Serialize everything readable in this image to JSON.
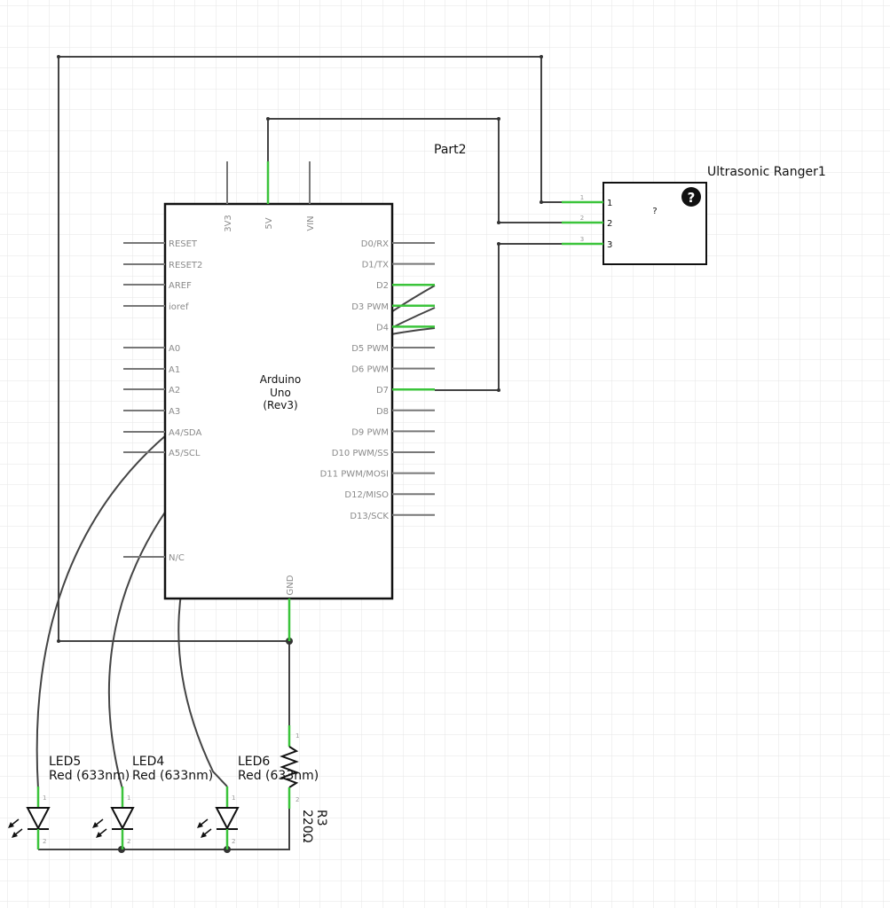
{
  "colors": {
    "wire": "#444444",
    "pin": "#777777",
    "connected": "#3bc43b",
    "grid": "#e6e6e6",
    "body": "#111111"
  },
  "arduino": {
    "name_lines": [
      "Arduino",
      "Uno",
      "(Rev3)"
    ],
    "top_pins": [
      "3V3",
      "5V",
      "VIN"
    ],
    "left_pins": [
      "RESET",
      "RESET2",
      "AREF",
      "ioref",
      "A0",
      "A1",
      "A2",
      "A3",
      "A4/SDA",
      "A5/SCL",
      "N/C"
    ],
    "right_pins": [
      "D0/RX",
      "D1/TX",
      "D2",
      "D3 PWM",
      "D4",
      "D5 PWM",
      "D6 PWM",
      "D7",
      "D8",
      "D9 PWM",
      "D10 PWM/SS",
      "D11 PWM/MOSI",
      "D12/MISO",
      "D13/SCK"
    ],
    "bottom_pin": "GND"
  },
  "part2": {
    "label": "Part2"
  },
  "ultrasonic": {
    "label": "Ultrasonic Ranger1",
    "center_text": "?",
    "help_icon": "question-circle-icon",
    "pins": [
      "1",
      "2",
      "3"
    ]
  },
  "leds": [
    {
      "name": "LED5",
      "desc": "Red (633nm)"
    },
    {
      "name": "LED4",
      "desc": "Red (633nm)"
    },
    {
      "name": "LED6",
      "desc": "Red (633nm)"
    }
  ],
  "resistor": {
    "name": "R3",
    "value": "220Ω"
  },
  "led_pin_numbers": [
    "1",
    "2"
  ]
}
